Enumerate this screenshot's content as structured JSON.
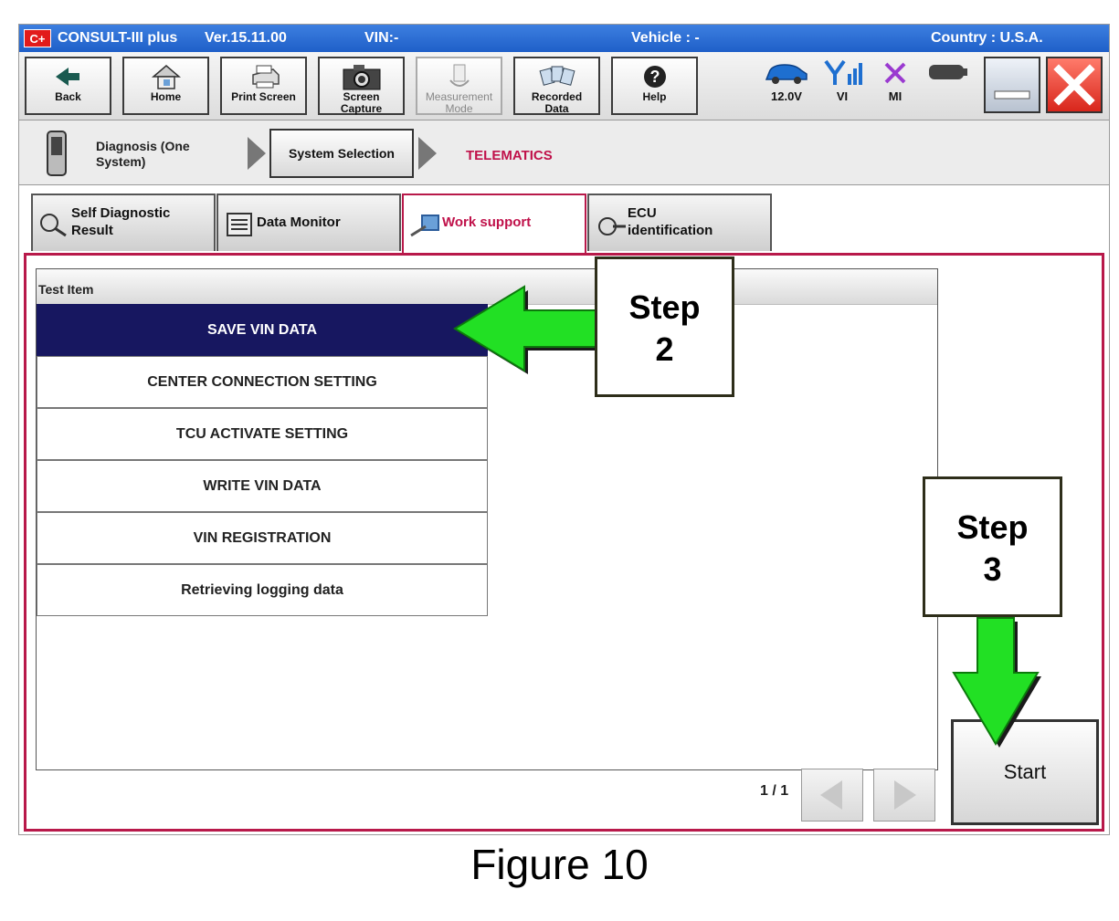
{
  "title_bar": {
    "app": "CONSULT-III plus",
    "version": "Ver.15.11.00",
    "vin": "VIN:-",
    "vehicle": "Vehicle : -",
    "country": "Country : U.S.A.",
    "logo": "C+"
  },
  "toolbar": {
    "buttons": [
      {
        "label": "Back",
        "icon": "back-arrow-icon"
      },
      {
        "label": "Home",
        "icon": "home-icon"
      },
      {
        "label": "Print Screen",
        "icon": "printer-icon"
      },
      {
        "label1": "Screen",
        "label2": "Capture",
        "icon": "camera-icon"
      },
      {
        "label1": "Measurement",
        "label2": "Mode",
        "icon": "measurement-icon",
        "disabled": true
      },
      {
        "label1": "Recorded",
        "label2": "Data",
        "icon": "recorded-data-icon"
      },
      {
        "label": "Help",
        "icon": "help-icon"
      }
    ],
    "status": {
      "battery": "12.0V",
      "vi": "VI",
      "mi": "MI"
    }
  },
  "breadcrumb": {
    "step1": "Diagnosis (One System)",
    "step2": "System Selection",
    "step3": "TELEMATICS"
  },
  "tabs": [
    {
      "label1": "Self Diagnostic",
      "label2": "Result",
      "icon": "self-diagnostic-icon"
    },
    {
      "label": "Data Monitor",
      "icon": "data-monitor-icon"
    },
    {
      "label": "Work support",
      "icon": "work-support-icon",
      "active": true
    },
    {
      "label1": "ECU",
      "label2": "identification",
      "icon": "ecu-identification-icon"
    }
  ],
  "list": {
    "header": "Test Item",
    "items": [
      "SAVE VIN DATA",
      "CENTER CONNECTION SETTING",
      "TCU ACTIVATE SETTING",
      "WRITE VIN DATA",
      "VIN REGISTRATION",
      "Retrieving logging data"
    ],
    "selected_index": 0
  },
  "pager": {
    "text": "1 / 1"
  },
  "start_button": "Start",
  "callouts": [
    {
      "line1": "Step",
      "line2": "2"
    },
    {
      "line1": "Step",
      "line2": "3"
    }
  ],
  "figure_caption": "Figure 10",
  "colors": {
    "accent": "#b8194a",
    "selected_row": "#171760",
    "title_bar": "#2a6ad6",
    "arrow": "#22e024"
  }
}
